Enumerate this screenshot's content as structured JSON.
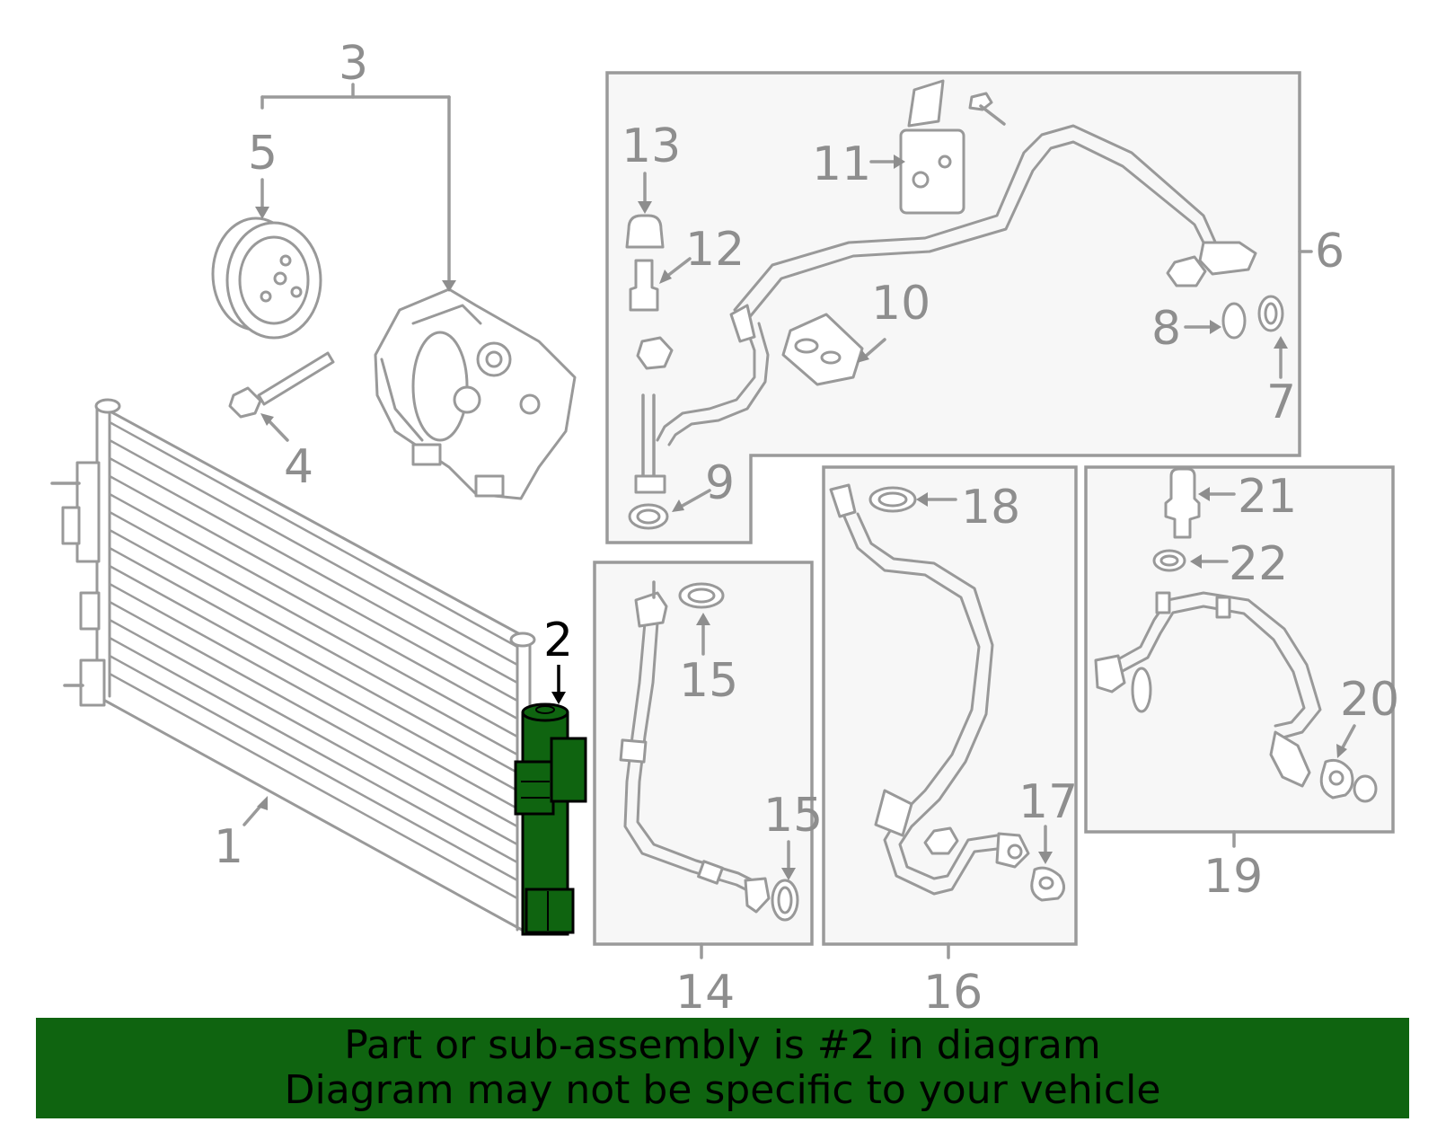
{
  "callouts": {
    "c1": "1",
    "c2": "2",
    "c3": "3",
    "c4": "4",
    "c5": "5",
    "c6": "6",
    "c7": "7",
    "c8": "8",
    "c9": "9",
    "c10": "10",
    "c11": "11",
    "c12": "12",
    "c13": "13",
    "c14": "14",
    "c15a": "15",
    "c15b": "15",
    "c16": "16",
    "c17": "17",
    "c18": "18",
    "c19": "19",
    "c20": "20",
    "c21": "21",
    "c22": "22"
  },
  "highlight_part": "2",
  "colors": {
    "line_art": "#9a9a9a",
    "callout_text": "#8e8e8e",
    "highlight_fill": "#0f6410",
    "banner_bg": "#0f6410",
    "box_fill": "#f7f7f7"
  },
  "banner": {
    "line1": "Part or sub-assembly is #2 in diagram",
    "line2": "Diagram may not be specific to your vehicle"
  }
}
